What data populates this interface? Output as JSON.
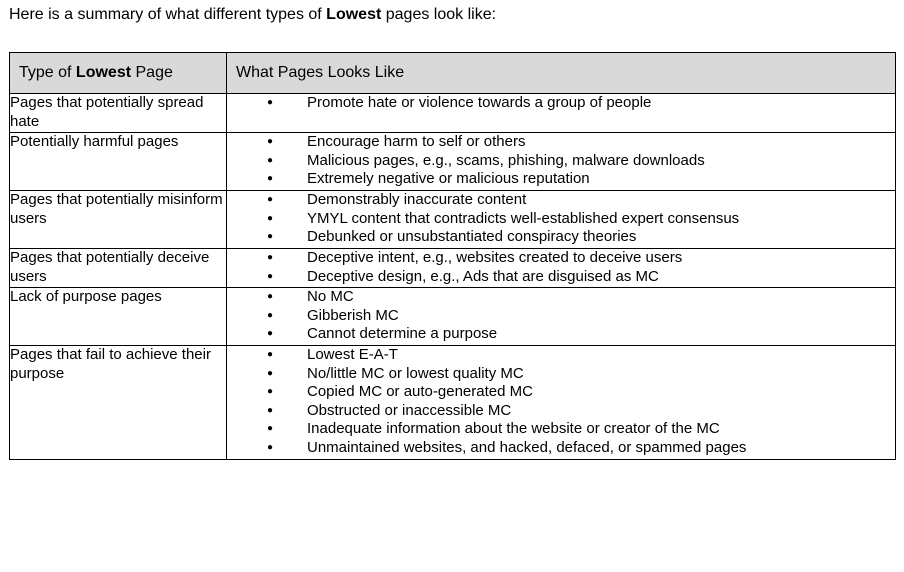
{
  "intro": {
    "before": "Here is a summary of what different types of ",
    "bold": "Lowest",
    "after": " pages look like:"
  },
  "table": {
    "header": {
      "col1_before": "Type of ",
      "col1_bold": "Lowest",
      "col1_after": " Page",
      "col2": "What Pages Looks Like"
    },
    "rows": [
      {
        "type": "Pages that potentially spread hate",
        "items": [
          "Promote hate or violence towards a group of people"
        ]
      },
      {
        "type": "Potentially harmful pages",
        "items": [
          "Encourage harm to self or others",
          "Malicious pages, e.g., scams, phishing, malware downloads",
          "Extremely negative or malicious reputation"
        ]
      },
      {
        "type": "Pages that potentially misinform users",
        "items": [
          "Demonstrably inaccurate content",
          "YMYL content that contradicts well-established expert consensus",
          "Debunked or unsubstantiated conspiracy theories"
        ]
      },
      {
        "type": "Pages that potentially deceive users",
        "items": [
          "Deceptive intent, e.g., websites created to deceive users",
          "Deceptive design, e.g., Ads that are disguised as MC"
        ]
      },
      {
        "type": "Lack of purpose pages",
        "items": [
          "No MC",
          "Gibberish MC",
          "Cannot determine a purpose"
        ]
      },
      {
        "type": "Pages that fail to achieve their purpose",
        "items": [
          "Lowest E-A-T",
          "No/little MC or lowest quality MC",
          "Copied MC or auto-generated MC",
          "Obstructed or inaccessible MC",
          "Inadequate information about the website or creator of the MC",
          "Unmaintained websites, and hacked, defaced, or spammed pages"
        ]
      }
    ]
  }
}
